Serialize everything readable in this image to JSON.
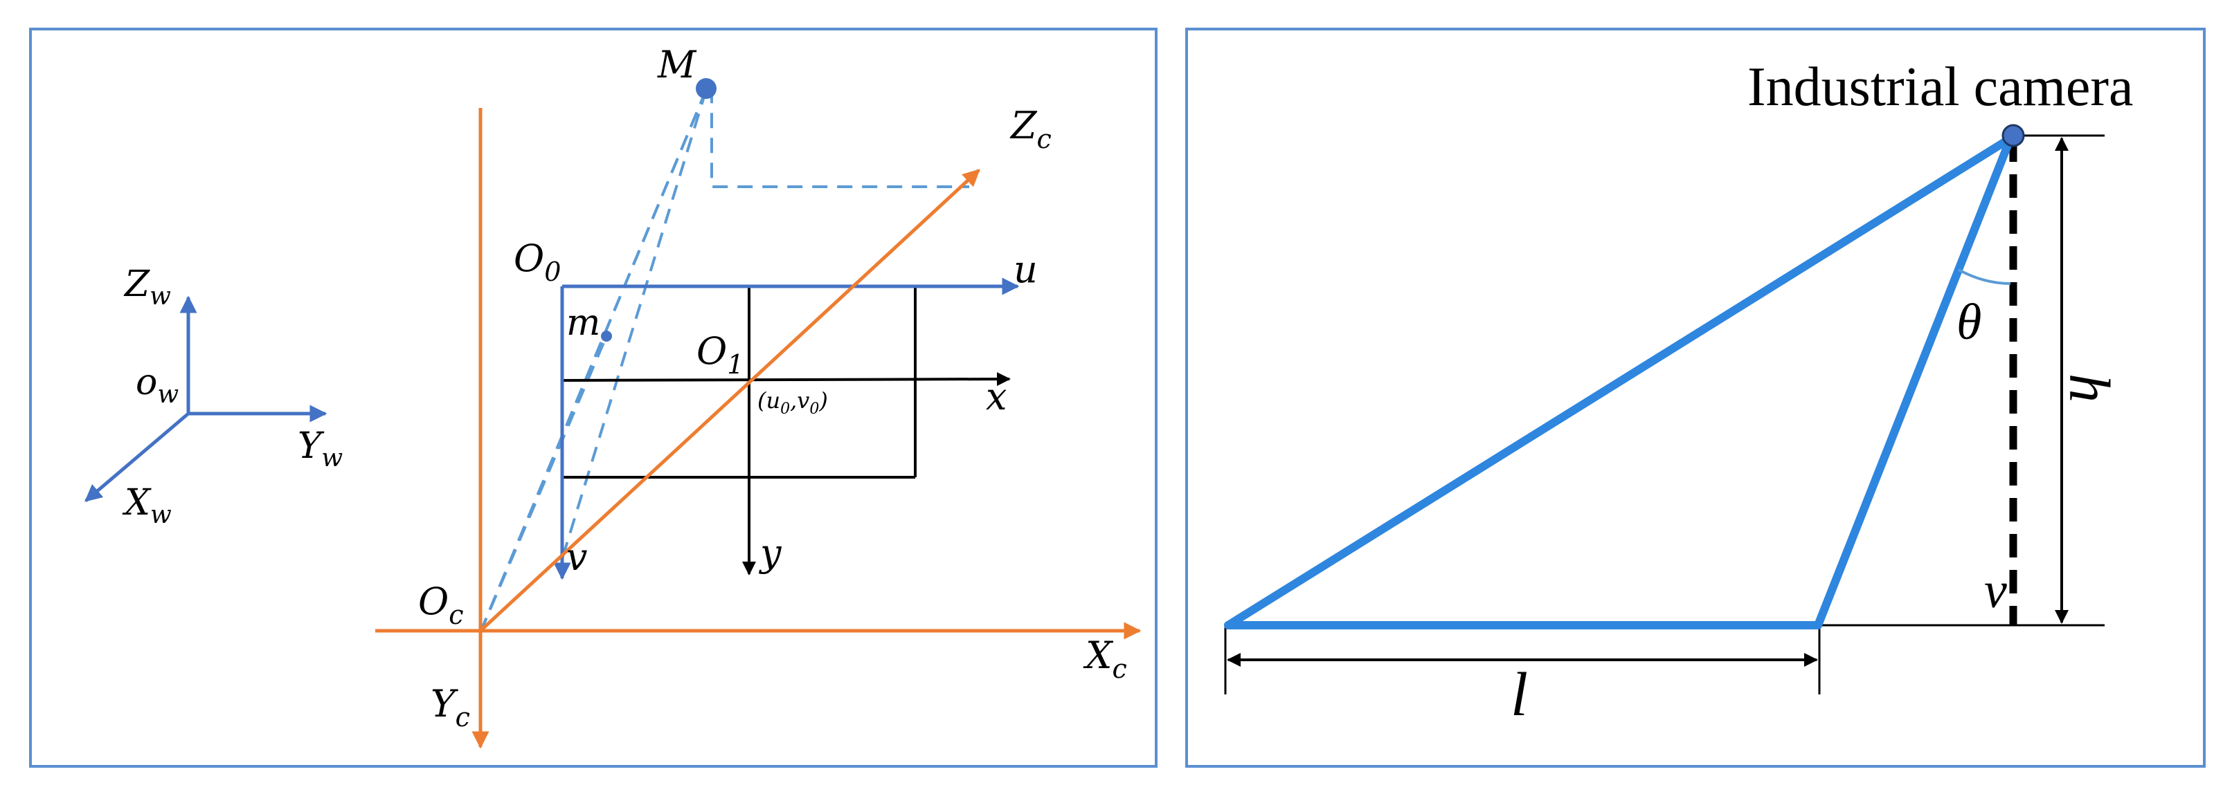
{
  "colors": {
    "frame": "#5B8FD1",
    "world_axis": "#4472C4",
    "camera_axis": "#ED7D31",
    "ray": "#5B9BD5",
    "black": "#000000",
    "triangle": "#2E86DE",
    "point": "#4472C4",
    "angle_arc": "#5B9BD5"
  },
  "left_diagram": {
    "world": {
      "z": "Z",
      "z_sub": "w",
      "o": "o",
      "o_sub": "w",
      "y": "Y",
      "y_sub": "w",
      "x": "X",
      "x_sub": "w"
    },
    "point_M": "M",
    "point_m": "m",
    "camera": {
      "z": "Z",
      "z_sub": "c",
      "x": "X",
      "x_sub": "c",
      "y": "Y",
      "y_sub": "c",
      "o": "O",
      "o_sub": "c"
    },
    "image": {
      "o0": "O",
      "o0_sub": "0",
      "u": "u",
      "v": "v",
      "o1": "O",
      "o1_sub": "1",
      "x": "x",
      "y": "y",
      "principal": "(u",
      "principal_u_sub": "0",
      "principal_mid": ",v",
      "principal_v_sub": "0",
      "principal_end": ")"
    }
  },
  "right_diagram": {
    "camera_label": "Industrial camera",
    "theta": "θ",
    "h": "h",
    "v": "v",
    "l": "l"
  }
}
